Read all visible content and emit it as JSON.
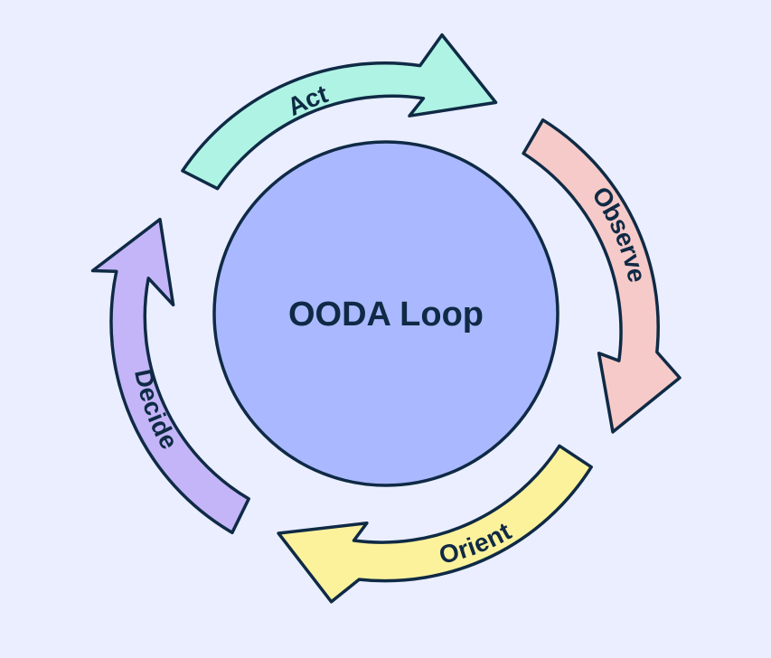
{
  "title": "OODA Loop",
  "stages": [
    {
      "id": "act",
      "label": "Act",
      "color": "#aef3e4"
    },
    {
      "id": "observe",
      "label": "Observe",
      "color": "#f6cac8"
    },
    {
      "id": "orient",
      "label": "Orient",
      "color": "#fdf29c"
    },
    {
      "id": "decide",
      "label": "Decide",
      "color": "#c3b5f7"
    }
  ],
  "colors": {
    "background": "#eaeeff",
    "center_fill": "#aab8ff",
    "outline": "#0f2a45"
  }
}
